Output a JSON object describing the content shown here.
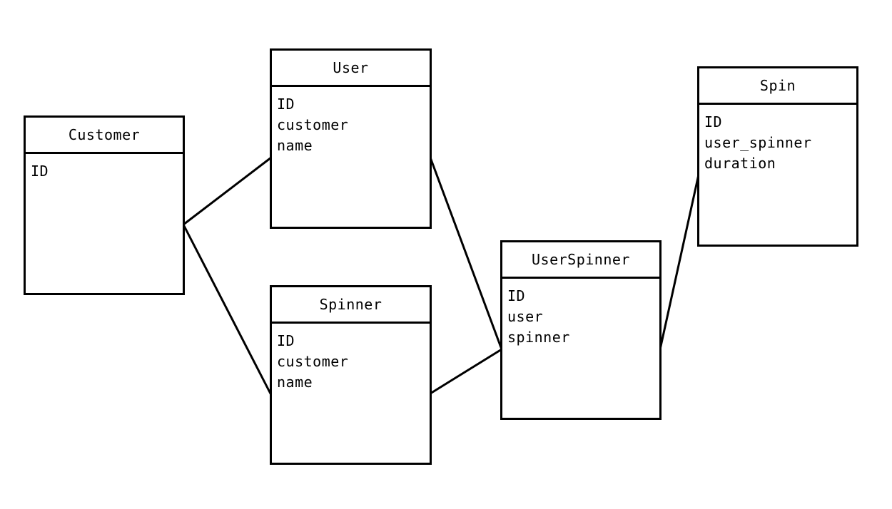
{
  "diagram": {
    "entities": [
      {
        "id": "customer",
        "title": "Customer",
        "fields": [
          "ID"
        ]
      },
      {
        "id": "user",
        "title": "User",
        "fields": [
          "ID",
          "customer",
          "name"
        ]
      },
      {
        "id": "spinner",
        "title": "Spinner",
        "fields": [
          "ID",
          "customer",
          "name"
        ]
      },
      {
        "id": "userspinner",
        "title": "UserSpinner",
        "fields": [
          "ID",
          "user",
          "spinner"
        ]
      },
      {
        "id": "spin",
        "title": "Spin",
        "fields": [
          "ID",
          "user_spinner",
          "duration"
        ]
      }
    ],
    "relationships": [
      {
        "from": "customer",
        "to": "user"
      },
      {
        "from": "customer",
        "to": "spinner"
      },
      {
        "from": "user",
        "to": "userspinner"
      },
      {
        "from": "spinner",
        "to": "userspinner"
      },
      {
        "from": "userspinner",
        "to": "spin"
      }
    ]
  },
  "colors": {
    "line": "#000000",
    "background": "#ffffff",
    "text": "#000000"
  }
}
